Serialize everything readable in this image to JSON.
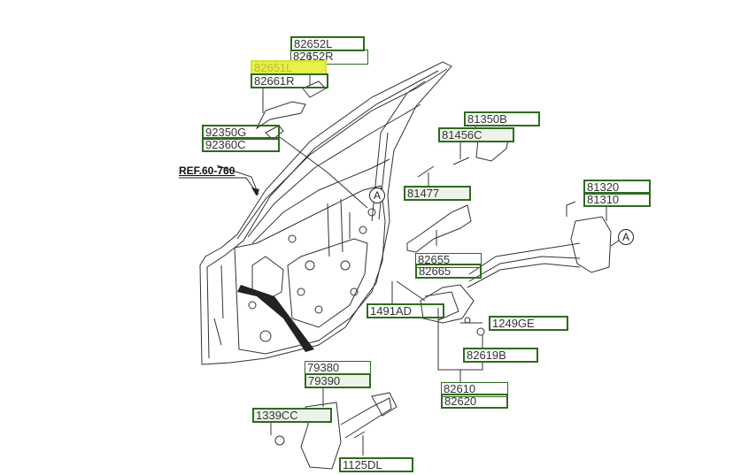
{
  "diagram": {
    "reference": "REF.60-760",
    "callout_marker": "A",
    "colors": {
      "label_border": "#2e6b1e",
      "highlight": "#e8f04a",
      "line": "#333333"
    },
    "labels": {
      "l82652L": "82652L",
      "l82652R": "82652R",
      "l82651L": "82651L",
      "l82661R": "82661R",
      "l92350G": "92350G",
      "l92360C": "92360C",
      "l81350B": "81350B",
      "l81456C": "81456C",
      "l81477": "81477",
      "l81320": "81320",
      "l81310": "81310",
      "l82655": "82655",
      "l82665": "82665",
      "l1491AD": "1491AD",
      "l1249GE": "1249GE",
      "l82619B": "82619B",
      "l82610": "82610",
      "l82620": "82620",
      "l79380": "79380",
      "l79390": "79390",
      "l1339CC": "1339CC",
      "l1125DL": "1125DL"
    },
    "highlighted_part": "82651L",
    "parts": [
      "front-door-panel",
      "outside-handle",
      "handle-cover",
      "inside-handle",
      "door-latch-actuator",
      "striker",
      "door-checker",
      "weatherstrip",
      "rod-cable-assembly"
    ]
  }
}
